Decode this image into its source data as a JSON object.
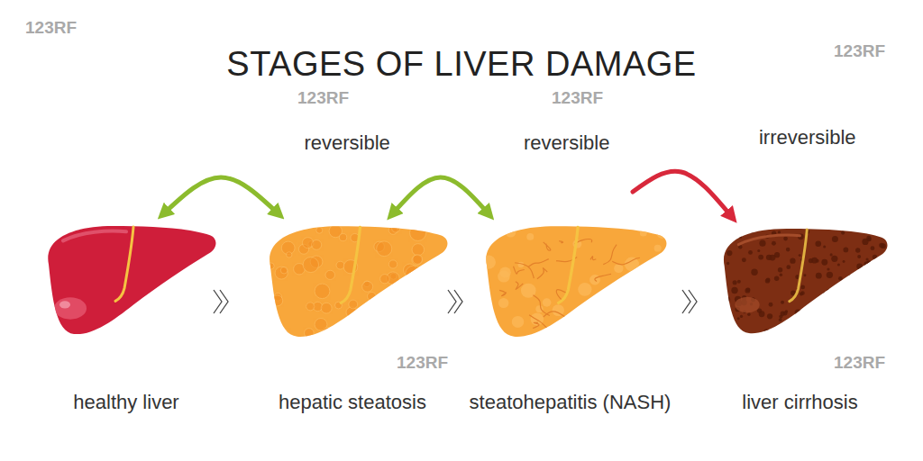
{
  "diagram": {
    "title": "STAGES OF LIVER DAMAGE",
    "nodes": [
      {
        "text": [
          "healthy liver"
        ]
      },
      {
        "text": [
          "hepatic steatosis"
        ]
      },
      {
        "text": [
          "steatohepatitis (NASH)"
        ]
      },
      {
        "text": [
          "liver cirrhosis"
        ]
      }
    ],
    "edges": [
      {
        "from": 0,
        "to": 1,
        "arrow": "both",
        "label": "reversible"
      },
      {
        "from": 1,
        "to": 2,
        "arrow": "both",
        "label": "reversible"
      },
      {
        "from": 2,
        "to": 3,
        "arrow": "to",
        "label": "irreversible"
      }
    ],
    "labels": [
      "123RF",
      "123RF",
      "123RF",
      "123RF",
      "123RF",
      "123RF"
    ]
  }
}
